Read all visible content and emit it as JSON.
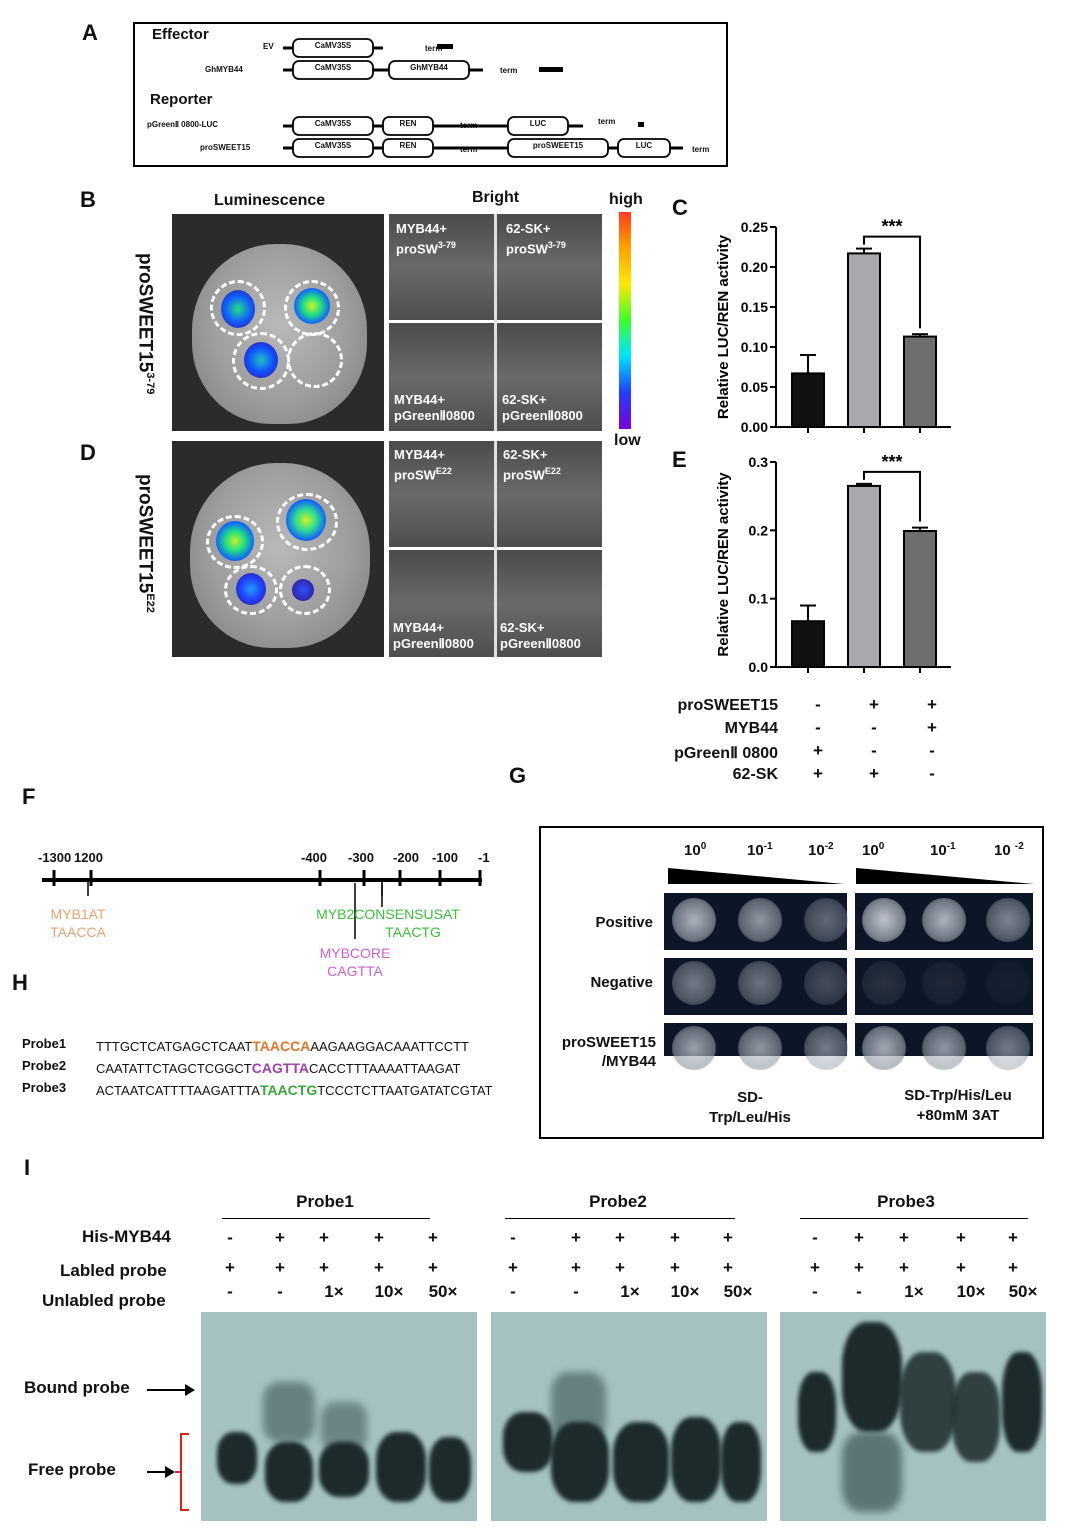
{
  "panels": {
    "A": "A",
    "B": "B",
    "C": "C",
    "D": "D",
    "E": "E",
    "F": "F",
    "G": "G",
    "H": "H",
    "I": "I"
  },
  "panelA": {
    "effector_title": "Effector",
    "reporter_title": "Reporter",
    "ev": "EV",
    "ghmyb44": "GhMYB44",
    "camv35s": "CaMV35S",
    "gene_ghmyb44": "GhMYB44",
    "term": "term",
    "pgreen": "pGreenⅡ 0800-LUC",
    "prosweet15": "proSWEET15",
    "ren": "REN",
    "luc": "LUC",
    "prosweet15_box": "proSWEET15"
  },
  "panelB": {
    "luminescence": "Luminescence",
    "bright": "Bright",
    "high": "high",
    "low": "low",
    "side_label_main": "proSWEET15",
    "side_label_sup": "3-79",
    "tl_1": "MYB44+",
    "tl_2": "proSW",
    "tl_sup": "3-79",
    "tr_1": "62-SK+",
    "tr_2": "proSW",
    "tr_sup": "3-79",
    "bl_1": "MYB44+",
    "bl_2": "pGreenⅡ0800",
    "br_1": "62-SK+",
    "br_2": "pGreenⅡ0800"
  },
  "panelD": {
    "side_label_main": "proSWEET15",
    "side_label_sup": "E22",
    "tl_1": "MYB44+",
    "tl_2": "proSW",
    "tl_sup": "E22",
    "tr_1": "62-SK+",
    "tr_2": "proSW",
    "tr_sup": "E22",
    "bl_1": "MYB44+",
    "bl_2": "pGreenⅡ0800",
    "br_1": "62-SK+",
    "br_2": "pGreenⅡ0800"
  },
  "chart_data": [
    {
      "type": "bar",
      "panel": "C",
      "ylabel": "Relative LUC/REN activity",
      "ylim": [
        0,
        0.25
      ],
      "yticks": [
        "0.00",
        "0.05",
        "0.10",
        "0.15",
        "0.20",
        "0.25"
      ],
      "values": [
        0.067,
        0.217,
        0.113
      ],
      "errors": [
        0.023,
        0.006,
        0.003
      ],
      "colors": [
        "#111111",
        "#a9a9ad",
        "#6e6e70"
      ],
      "significance": "***"
    },
    {
      "type": "bar",
      "panel": "E",
      "ylabel": "Relative LUC/REN activity",
      "ylim": [
        0,
        0.3
      ],
      "yticks": [
        "0.0",
        "0.1",
        "0.2",
        "0.3"
      ],
      "values": [
        0.067,
        0.265,
        0.199
      ],
      "errors": [
        0.023,
        0.003,
        0.005
      ],
      "colors": [
        "#111111",
        "#a9a9ad",
        "#6e6e70"
      ],
      "significance": "***"
    }
  ],
  "treatment_table": {
    "rows": [
      {
        "label": "proSWEET15",
        "signs": [
          "-",
          "+",
          "+"
        ]
      },
      {
        "label": "MYB44",
        "signs": [
          "-",
          "-",
          "+"
        ]
      },
      {
        "label": "pGreenⅡ 0800",
        "signs": [
          "+",
          "-",
          "-"
        ]
      },
      {
        "label": "62-SK",
        "signs": [
          "+",
          "+",
          "-"
        ]
      }
    ]
  },
  "panelF": {
    "ticks": [
      "-1300",
      "1200",
      "-400",
      "-300",
      "-200",
      "-100",
      "-1"
    ],
    "myb1at": "MYB1AT",
    "myb1at_seq": "TAACCA",
    "myb2": "MYB2CONSENSUSAT",
    "myb2_seq": "TAACTG",
    "mybcore": "MYBCORE",
    "mybcore_seq": "CAGTTA",
    "colors": {
      "myb1at": "#f0a070",
      "myb2": "#3cc03c",
      "mybcore": "#d060d0"
    }
  },
  "panelH": {
    "probes": [
      {
        "name": "Probe1",
        "pre": "TTTGCTCATGAGCTCAAT",
        "motif": "TAACCA",
        "post": "AAGAAGGACAAATTCCTT",
        "color": "#e8742c"
      },
      {
        "name": "Probe2",
        "pre": "CAATATTCTAGCTCGGCT",
        "motif": "CAGTTA",
        "post": "CACCTTTAAAATTAAGAT",
        "color": "#a040b0"
      },
      {
        "name": "Probe3",
        "pre": "ACTAATCATTTTAAGATTTA",
        "motif": "TAACTG",
        "post": "TCCCTCTTAATGATATCGTAT",
        "color": "#3aa83a"
      }
    ]
  },
  "panelG": {
    "dilutions_left": [
      "10",
      "10",
      "10"
    ],
    "sup_left": [
      "0",
      "-1",
      "-2"
    ],
    "dilutions_right": [
      "10",
      "10",
      "10 "
    ],
    "sup_right": [
      "0",
      "-1",
      "-2"
    ],
    "row_positive": "Positive",
    "row_negative": "Negative",
    "row_pro_1": "proSWEET15",
    "row_pro_2": "/MYB44",
    "media_left_1": "SD-",
    "media_left_2": "Trp/Leu/His",
    "media_right_1": "SD-Trp/His/Leu",
    "media_right_2": "+80mM 3AT"
  },
  "panelI": {
    "probe_titles": [
      "Probe1",
      "Probe2",
      "Probe3"
    ],
    "row_his": "His-MYB44",
    "row_labeled": "Labled probe",
    "row_unlabeled": "Unlabled probe",
    "his_signs": [
      "-",
      "+",
      "+",
      "+",
      "+"
    ],
    "labeled_signs": [
      "+",
      "+",
      "+",
      "+",
      "+"
    ],
    "unlabeled_signs": [
      "-",
      "-",
      "1×",
      "10×",
      "50×"
    ],
    "bound_probe": "Bound probe",
    "free_probe": "Free probe"
  }
}
